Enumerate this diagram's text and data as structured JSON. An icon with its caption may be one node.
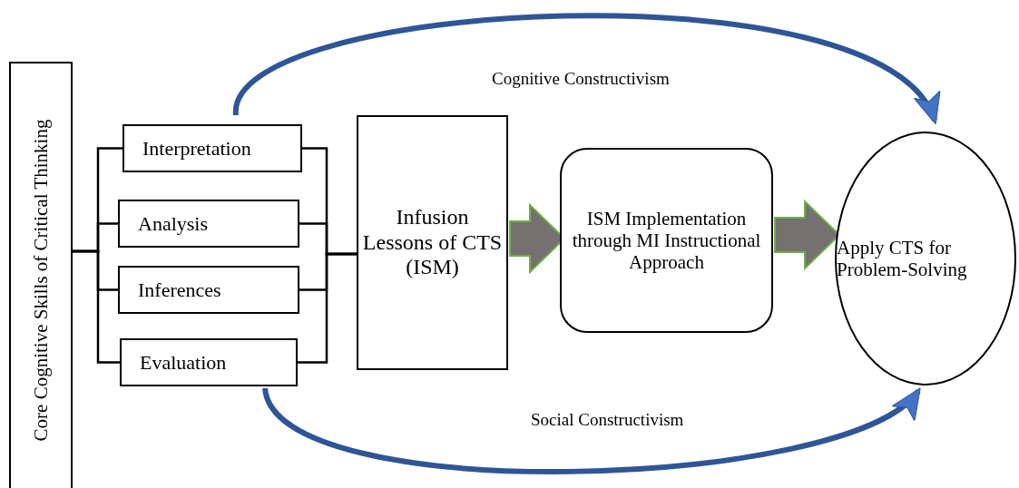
{
  "diagram": {
    "nodes": [
      {
        "text": [
          "Core Cognitive Skills of Critical Thinking"
        ]
      },
      {
        "text": [
          "Interpretation"
        ]
      },
      {
        "text": [
          "Analysis"
        ]
      },
      {
        "text": [
          "Inferences"
        ]
      },
      {
        "text": [
          "Evaluation"
        ]
      },
      {
        "text": [
          "Infusion Lessons of CTS (ISM)"
        ]
      },
      {
        "text": [
          "ISM Implementation through MI Instructional Approach"
        ]
      },
      {
        "text": [
          "Apply CTS for Problem-Solving"
        ]
      }
    ],
    "edges": [
      {
        "from": 0,
        "to": 1,
        "arrow": "none"
      },
      {
        "from": 0,
        "to": 2,
        "arrow": "none"
      },
      {
        "from": 0,
        "to": 3,
        "arrow": "none"
      },
      {
        "from": 0,
        "to": 4,
        "arrow": "none"
      },
      {
        "from": 1,
        "to": 5,
        "arrow": "none"
      },
      {
        "from": 2,
        "to": 5,
        "arrow": "none"
      },
      {
        "from": 3,
        "to": 5,
        "arrow": "none"
      },
      {
        "from": 4,
        "to": 5,
        "arrow": "none"
      },
      {
        "from": 5,
        "to": 6,
        "arrow": "to",
        "style": "thick",
        "color": "#767171"
      },
      {
        "from": 6,
        "to": 7,
        "arrow": "to",
        "style": "thick",
        "color": "#767171"
      },
      {
        "from": 1,
        "to": 7,
        "arrow": "to",
        "label": "Cognitive Constructivism",
        "style": "thick",
        "color": "#2f5597"
      },
      {
        "from": 4,
        "to": 7,
        "arrow": "to",
        "label": "Social Constructivism",
        "style": "thick",
        "color": "#2f5597"
      }
    ]
  }
}
